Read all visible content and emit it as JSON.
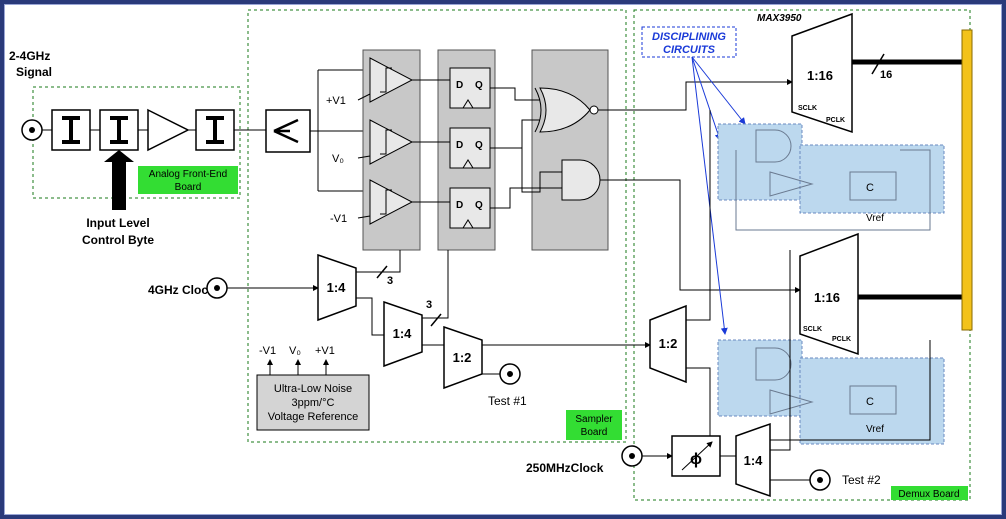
{
  "labels": {
    "signal_title_1": "2-4GHz",
    "signal_title_2": "Signal",
    "input_level_1": "Input Level",
    "input_level_2": "Control Byte",
    "clock_4ghz": "4GHz Clock",
    "clock_250mhz": "250MHzClock",
    "test1": "Test #1",
    "test2": "Test #2",
    "max_chip": "MAX3950",
    "disciplining_1": "DISCIPLINING",
    "disciplining_2": "CIRCUITS"
  },
  "boards": {
    "analog_1": "Analog Front-End",
    "analog_2": "Board",
    "sampler_1": "Sampler",
    "sampler_2": "Board",
    "demux": "Demux Board"
  },
  "comparator_refs": {
    "v1p": "+V1",
    "v0": "V₀",
    "v1m": "-V1"
  },
  "demux": {
    "top_ratio": "1:16",
    "bottom_ratio": "1:16",
    "sclk": "SCLK",
    "pclk": "PCLK",
    "bus_width": "16"
  },
  "dividers": {
    "d1": "1:4",
    "d2": "1:4",
    "d3": "1:2",
    "d4": "1:2",
    "d5": "1:4"
  },
  "bus_bits": {
    "b1": "3",
    "b2": "3"
  },
  "voltage_ref": {
    "out_m": "-V1",
    "out_0": "V₀",
    "out_p": "+V1",
    "line1": "Ultra-Low Noise",
    "line2": "3ppm/°C",
    "line3": "Voltage Reference"
  },
  "flipflop": {
    "d": "D",
    "q": "Q"
  },
  "discipline_blocks": {
    "cap": "C",
    "vref": "Vref"
  },
  "colors": {
    "frame_bg": "#2a3a7a",
    "board_label_bg": "#33dd33",
    "discipline_bg": "#bcd8ee",
    "block_gray": "#c8c8c8",
    "output_bar": "#f3c21b"
  },
  "icons": [
    "coax-connector-icon",
    "attenuator-icon",
    "amplifier-icon",
    "splitter-icon",
    "phase-shifter-icon",
    "arrow-up-icon"
  ]
}
